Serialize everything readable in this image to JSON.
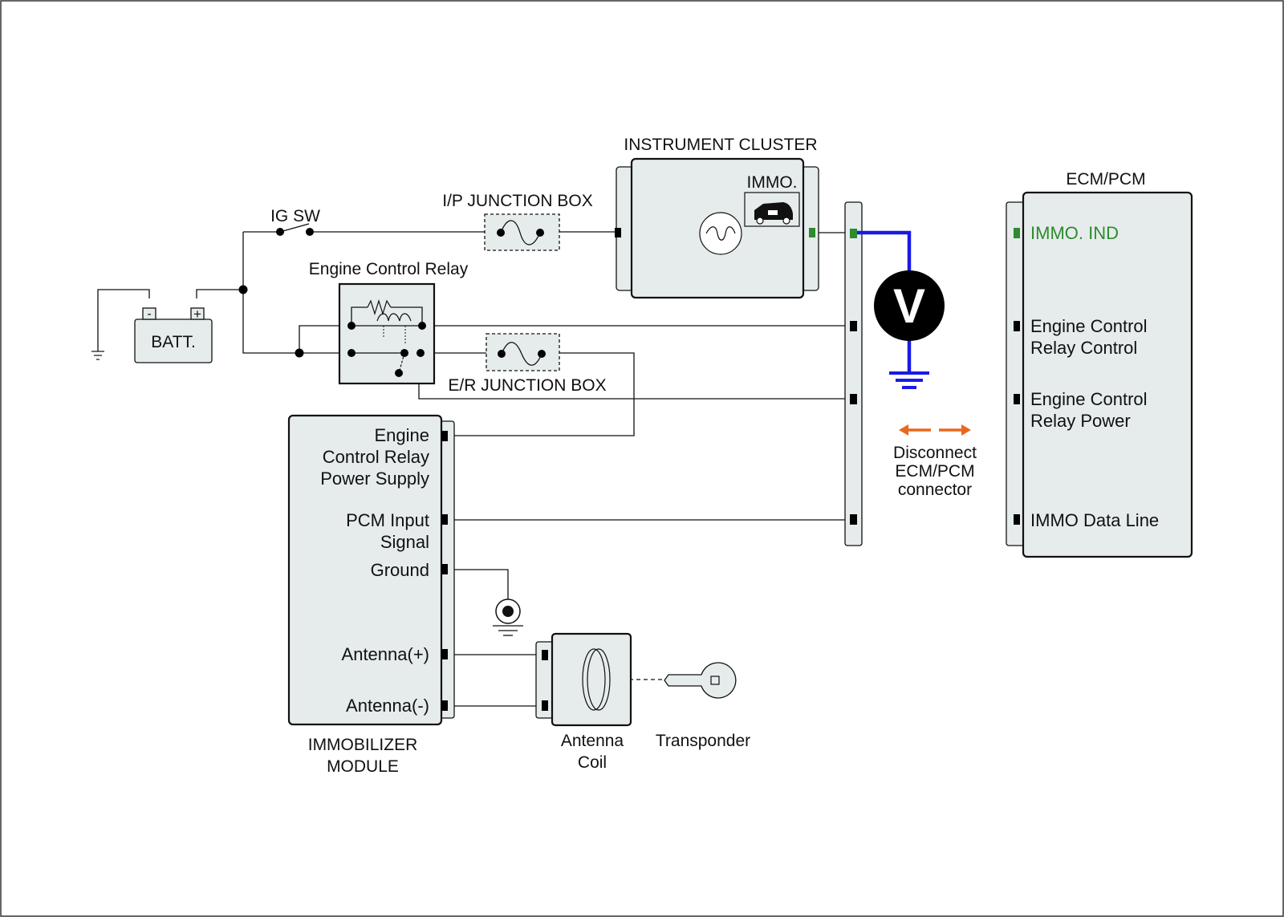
{
  "labels": {
    "instrument_cluster": "INSTRUMENT CLUSTER",
    "immo": "IMMO.",
    "ecm_pcm": "ECM/PCM",
    "ig_sw": "IG SW",
    "ip_junction_box": "I/P JUNCTION BOX",
    "engine_control_relay": "Engine Control Relay",
    "batt": "BATT.",
    "er_junction_box": "E/R JUNCTION BOX",
    "voltmeter": "V",
    "disconnect_1": "Disconnect",
    "disconnect_2": "ECM/PCM",
    "disconnect_3": "connector",
    "immobilizer_module_1": "IMMOBILIZER",
    "immobilizer_module_2": "MODULE",
    "antenna_coil_1": "Antenna",
    "antenna_coil_2": "Coil",
    "transponder": "Transponder",
    "battery_minus": "-",
    "battery_plus": "+"
  },
  "ecm_pins": {
    "immo_ind": "IMMO. IND",
    "relay_control_1": "Engine Control",
    "relay_control_2": "Relay Control",
    "relay_power_1": "Engine Control",
    "relay_power_2": "Relay Power",
    "immo_data_line": "IMMO Data Line"
  },
  "immobilizer_pins": {
    "ecr_supply_1": "Engine",
    "ecr_supply_2": "Control Relay",
    "ecr_supply_3": "Power Supply",
    "pcm_input_1": "PCM Input",
    "pcm_input_2": "Signal",
    "ground": "Ground",
    "antenna_plus": "Antenna(+)",
    "antenna_minus": "Antenna(-)"
  },
  "colors": {
    "highlight_wire": "#1a1ae6",
    "immo_ind_text": "#2e8b2e",
    "immo_ind_pin": "#2e8b2e",
    "arrow": "#e8681e",
    "box_fill": "#e6ecec"
  }
}
